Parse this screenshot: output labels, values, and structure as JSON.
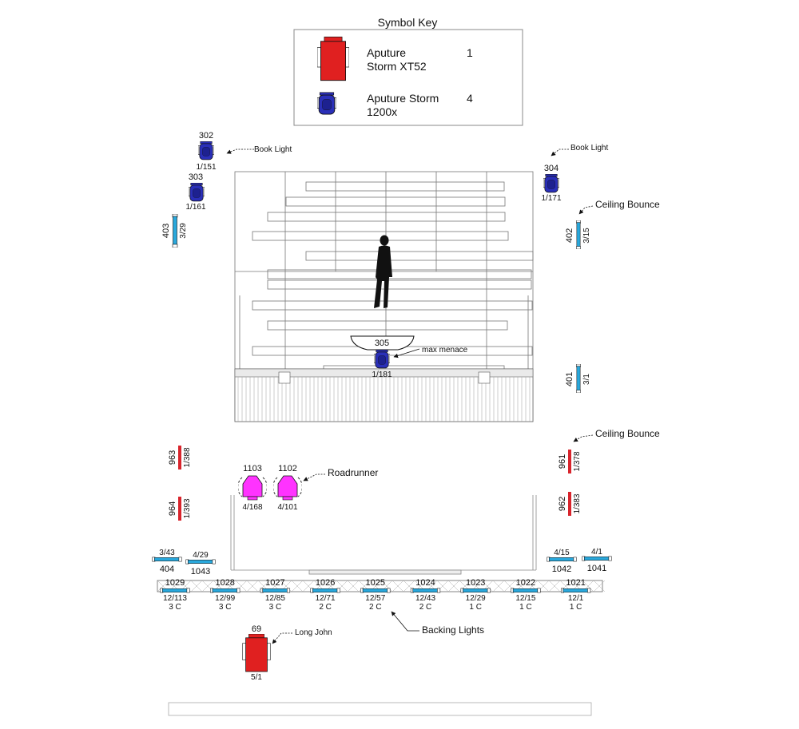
{
  "symbol_key": {
    "title": "Symbol Key",
    "entries": [
      {
        "name_line1": "Aputure",
        "name_line2": "Storm XT52",
        "count": "1",
        "color": "#e02020",
        "icon": "storm-xt52-fixture-icon"
      },
      {
        "name_line1": "Aputure Storm",
        "name_line2": "1200x",
        "count": "4",
        "color": "#2a2fb8",
        "icon": "storm-1200x-fixture-icon"
      }
    ]
  },
  "fixtures": {
    "f302": {
      "id": "302",
      "addr": "1/151"
    },
    "f303": {
      "id": "303",
      "addr": "1/161"
    },
    "f304": {
      "id": "304",
      "addr": "1/171"
    },
    "f305": {
      "id": "305",
      "addr": "1/181"
    },
    "f69": {
      "id": "69",
      "addr": "5/1"
    },
    "f1103": {
      "id": "1103",
      "addr": "4/168"
    },
    "f1102": {
      "id": "1102",
      "addr": "4/101"
    }
  },
  "tubes": {
    "t403": {
      "id": "403",
      "addr": "3/29"
    },
    "t402": {
      "id": "402",
      "addr": "3/15"
    },
    "t401": {
      "id": "401",
      "addr": "3/1"
    },
    "t963": {
      "id": "963",
      "addr": "1/388"
    },
    "t964": {
      "id": "964",
      "addr": "1/393"
    },
    "t961": {
      "id": "961",
      "addr": "1/378"
    },
    "t962": {
      "id": "962",
      "addr": "1/383"
    },
    "t404": {
      "id": "404",
      "addr": "3/43"
    },
    "t1043": {
      "id": "1043",
      "addr": "4/29"
    },
    "t1042": {
      "id": "1042",
      "addr": "4/15"
    },
    "t1041": {
      "id": "1041",
      "addr": "4/1"
    }
  },
  "backing": [
    {
      "id": "1029",
      "addr": "12/113",
      "circuit": "3 C"
    },
    {
      "id": "1028",
      "addr": "12/99",
      "circuit": "3 C"
    },
    {
      "id": "1027",
      "addr": "12/85",
      "circuit": "3 C"
    },
    {
      "id": "1026",
      "addr": "12/71",
      "circuit": "2 C"
    },
    {
      "id": "1025",
      "addr": "12/57",
      "circuit": "2 C"
    },
    {
      "id": "1024",
      "addr": "12/43",
      "circuit": "2 C"
    },
    {
      "id": "1023",
      "addr": "12/29",
      "circuit": "1 C"
    },
    {
      "id": "1022",
      "addr": "12/15",
      "circuit": "1 C"
    },
    {
      "id": "1021",
      "addr": "12/1",
      "circuit": "1 C"
    }
  ],
  "annotations": {
    "book_light_left": "Book Light",
    "book_light_right": "Book Light",
    "ceiling_bounce_top": "Ceiling Bounce",
    "ceiling_bounce_bottom": "Ceiling Bounce",
    "max_menace": "max menace",
    "roadrunner": "Roadrunner",
    "backing_lights": "Backing Lights",
    "long_john": "Long John"
  },
  "colors": {
    "xt52_red": "#e02020",
    "storm_blue": "#2a2fb8",
    "tube_blue": "#29a8dc",
    "tube_red": "#d8242c",
    "roadrunner_magenta": "#ff33ff"
  }
}
